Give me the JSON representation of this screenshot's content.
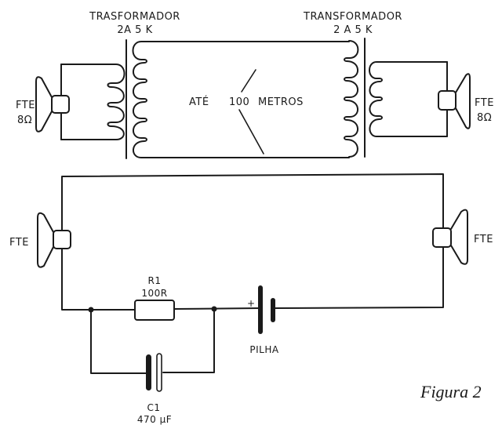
{
  "top_circuit": {
    "left_transformer": {
      "name": "TRASFORMADOR",
      "model": "2A 5 K"
    },
    "right_transformer": {
      "name": "TRANSFORMADOR",
      "model": "2 A 5 K"
    },
    "left_speaker": {
      "label": "FTE",
      "impedance": "8Ω"
    },
    "right_speaker": {
      "label": "FTE",
      "impedance": "8Ω"
    },
    "distance": {
      "prefix": "ATÉ",
      "value": "100",
      "unit": "METROS"
    }
  },
  "bottom_circuit": {
    "left_speaker": {
      "label": "FTE"
    },
    "right_speaker": {
      "label": "FTE"
    },
    "resistor": {
      "ref": "R1",
      "value": "100R"
    },
    "capacitor": {
      "ref": "C1",
      "value": "470 µF"
    },
    "battery": {
      "label": "PILHA",
      "polarity": "+"
    }
  },
  "caption": "Figura 2"
}
